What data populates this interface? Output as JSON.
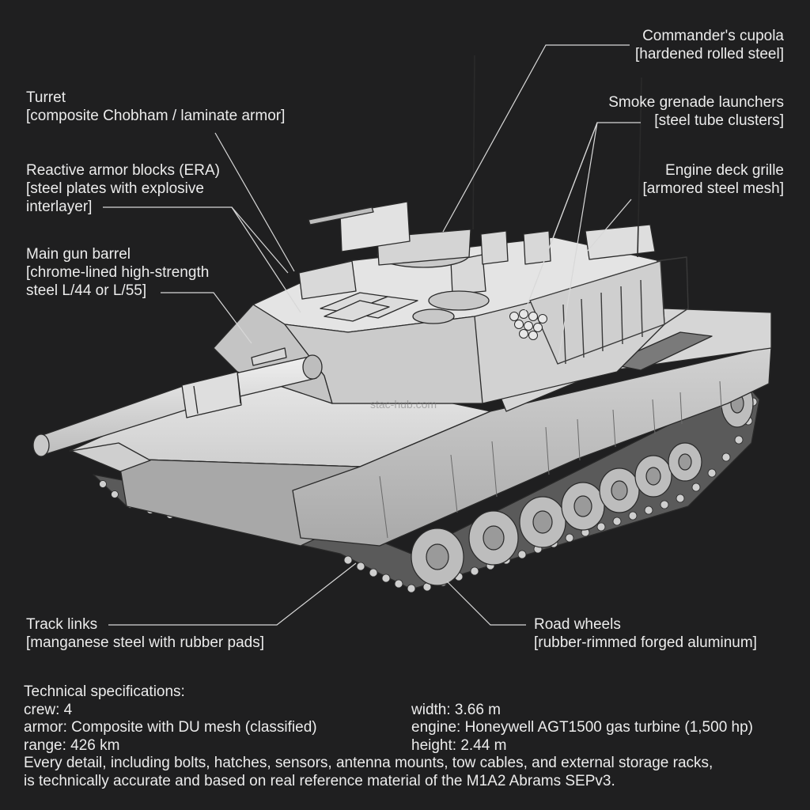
{
  "labels": {
    "turret": {
      "title": "Turret",
      "material": "[composite Chobham / laminate armor]"
    },
    "era": {
      "title": "Reactive armor blocks (ERA)",
      "material_line1": "[steel plates with explosive",
      "material_line2": "interlayer]"
    },
    "main_gun": {
      "title": "Main gun barrel",
      "material_line1": "[chrome-lined high-strength",
      "material_line2": "steel L/44 or L/55]"
    },
    "cupola": {
      "title": "Commander's cupola",
      "material": "[hardened rolled steel]"
    },
    "smoke": {
      "title": "Smoke grenade launchers",
      "material": "[steel tube clusters]"
    },
    "engine_deck": {
      "title": "Engine deck grille",
      "material": "[armored steel mesh]"
    },
    "track": {
      "title": "Track links",
      "material": "[manganese steel with rubber pads]"
    },
    "road_wheels": {
      "title": "Road wheels",
      "material": "[rubber-rimmed forged aluminum]"
    }
  },
  "watermark": "stac-hub.com",
  "specs": {
    "heading": "Technical specifications:",
    "crew": "crew: 4",
    "width": "width: 3.66 m",
    "armor": "armor: Composite with DU mesh (classified)",
    "engine": "engine: Honeywell AGT1500 gas turbine (1,500 hp)",
    "range": "range: 426 km",
    "height": "height: 2.44 m",
    "note_line1": "Every detail, including bolts, hatches, sensors, antenna mounts, tow cables, and external storage racks,",
    "note_line2": "is technically accurate and based on real reference material of the M1A2 Abrams SEPv3."
  },
  "colors": {
    "background": "#1f1f20",
    "text": "#ececec",
    "leader": "#d8d8d8",
    "hull_light": "#d9d9d9",
    "hull_mid": "#bcbcbc",
    "hull_dark": "#8f8f8f"
  }
}
